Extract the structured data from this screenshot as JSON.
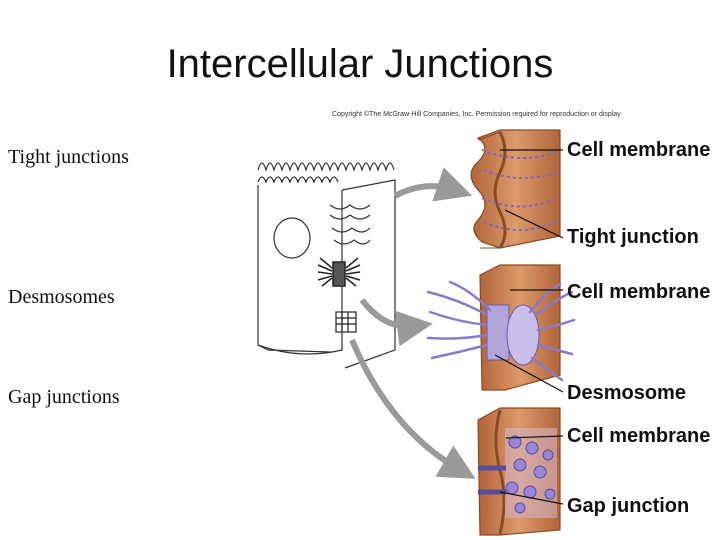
{
  "title": "Intercellular Junctions",
  "side_labels": [
    "Tight junctions",
    "Desmosomes",
    "Gap junctions"
  ],
  "copyright": "Copyright ©The McGraw-Hill Companies, Inc. Permission required for reproduction or display",
  "callouts": {
    "cell_membrane_1": "Cell membrane",
    "tight_junction": "Tight junction",
    "cell_membrane_2": "Cell membrane",
    "desmosome": "Desmosome",
    "cell_membrane_3": "Cell membrane",
    "gap_junction": "Gap junction"
  },
  "colors": {
    "membrane_brown": "#c8794a",
    "membrane_dark": "#8a4a24",
    "junction_purple": "#8a7ac8",
    "arrow_gray": "#9a9a9a"
  }
}
